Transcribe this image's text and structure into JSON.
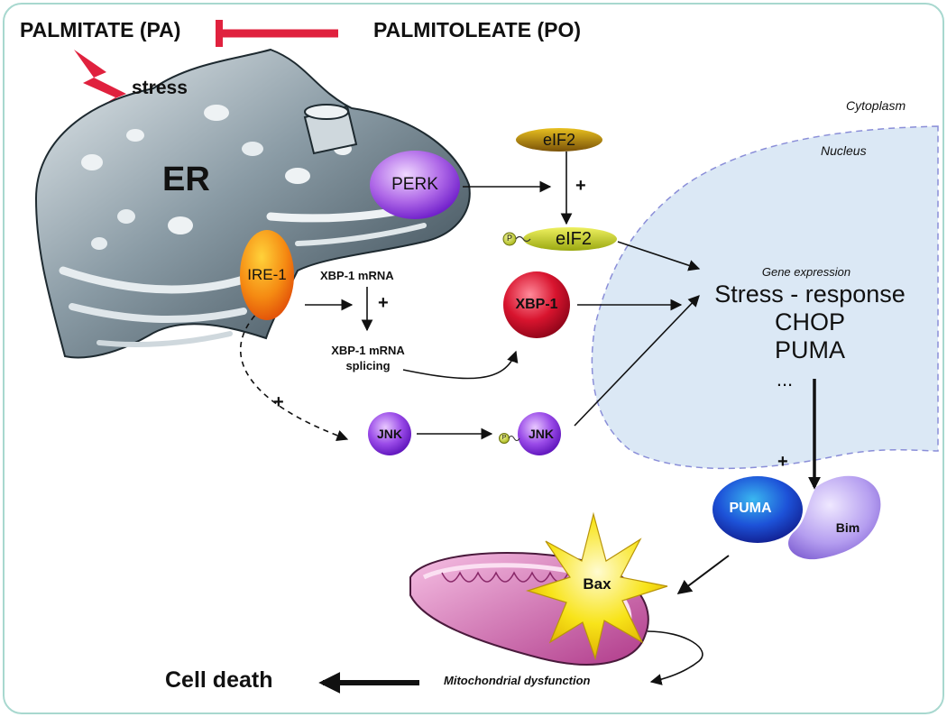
{
  "header": {
    "left_label": "PALMITATE (PA)",
    "right_label": "PALMITOLEATE (PO)"
  },
  "stress_label": "stress",
  "organelle": {
    "er_label": "ER"
  },
  "compartments": {
    "cytoplasm": "Cytoplasm",
    "nucleus": "Nucleus"
  },
  "proteins": {
    "perk": "PERK",
    "ire1": "IRE-1",
    "eif2_top": "eIF2",
    "eif2_bottom": "eIF2",
    "phospho_mark": "P",
    "xbp1": "XBP-1",
    "jnk": "JNK",
    "jnk_p": "JNK",
    "puma": "PUMA",
    "bim": "Bim",
    "bax": "Bax"
  },
  "labels": {
    "xbp1_mrna": "XBP-1 mRNA",
    "xbp1_splicing_1": "XBP-1 mRNA",
    "xbp1_splicing_2": "splicing",
    "plus": "+"
  },
  "gene_expression": {
    "heading": "Gene expression",
    "lines": [
      "Stress - response",
      "CHOP",
      "PUMA",
      "..."
    ]
  },
  "outcome": {
    "mito_dysfunction": "Mitochondrial dysfunction",
    "cell_death": "Cell death"
  },
  "colors": {
    "border": "#a8d8cf",
    "inhibit": "#e0213e",
    "nucleus_fill": "#dbe8f5",
    "nucleus_stroke": "#8a8ed8",
    "perk": "#a65ce0",
    "ire1": "#f07a10",
    "eif2_top": "#c08a10",
    "eif2_bottom": "#c5d325",
    "xbp1": "#d4142c",
    "jnk": "#9a4be8",
    "puma": "#1d3fc8",
    "bim": "#b59ef0",
    "bax": "#f5e01a",
    "mito": "#e07fc0",
    "er": "#6d7f8a"
  }
}
